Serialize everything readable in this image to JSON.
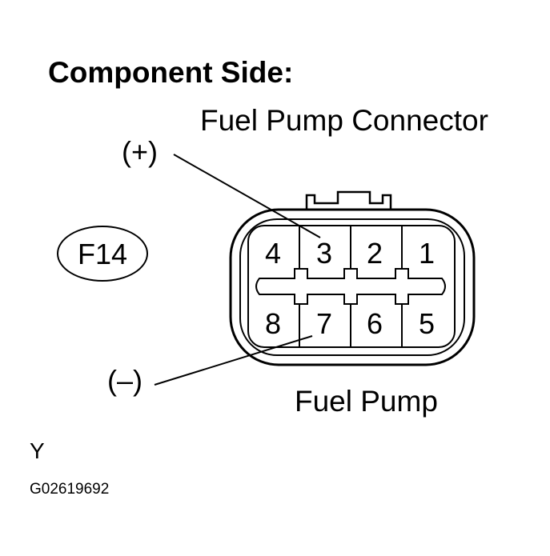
{
  "title": "Component Side:",
  "connector_title": "Fuel Pump Connector",
  "connector_code": "F14",
  "component_name": "Fuel Pump",
  "terminal_labels": {
    "positive": "(+)",
    "negative": "(–)"
  },
  "pins": {
    "top_row": [
      "4",
      "3",
      "2",
      "1"
    ],
    "bottom_row": [
      "8",
      "7",
      "6",
      "5"
    ]
  },
  "footer": {
    "marker": "Y",
    "figure_id": "G02619692"
  }
}
